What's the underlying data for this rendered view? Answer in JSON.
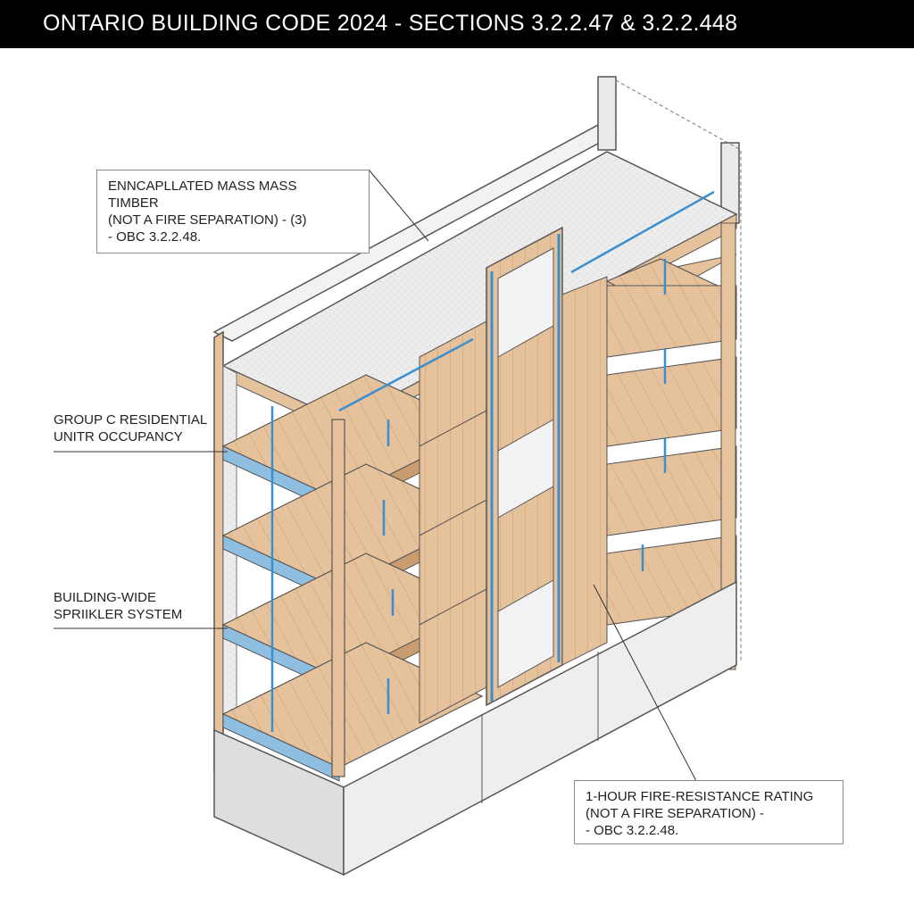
{
  "title": "ONTARIO BUILDING CODE 2024 - SECTIONS 3.2.2.47 & 3.2.2.448",
  "callouts": {
    "encapsulated": {
      "lines": [
        "ENNCAPLLATED MASS MASS",
        "TIMBER",
        "(NOT A FIRE SEPARATION) - (3)",
        "- OBC 3.2.2.48."
      ]
    },
    "residential": {
      "lines": [
        "GROUP C RESIDENTIAL",
        "UNITR OCCUPANCY"
      ]
    },
    "sprinkler": {
      "lines": [
        "BUILDING-WIDE",
        "SPRIIKLER SYSTEM"
      ]
    },
    "fire_rating": {
      "lines": [
        "1-HOUR FIRE-RESISTANCE RATING",
        "(NOT A FIRE SEPARATION) -",
        "- OBC 3.2.2.48."
      ]
    }
  },
  "colors": {
    "timber": "#e6c29c",
    "timber_dark": "#c99d70",
    "sprinkler_pipe": "#3a8fd0",
    "concrete": "#e2e2e2",
    "outline": "#555555"
  }
}
